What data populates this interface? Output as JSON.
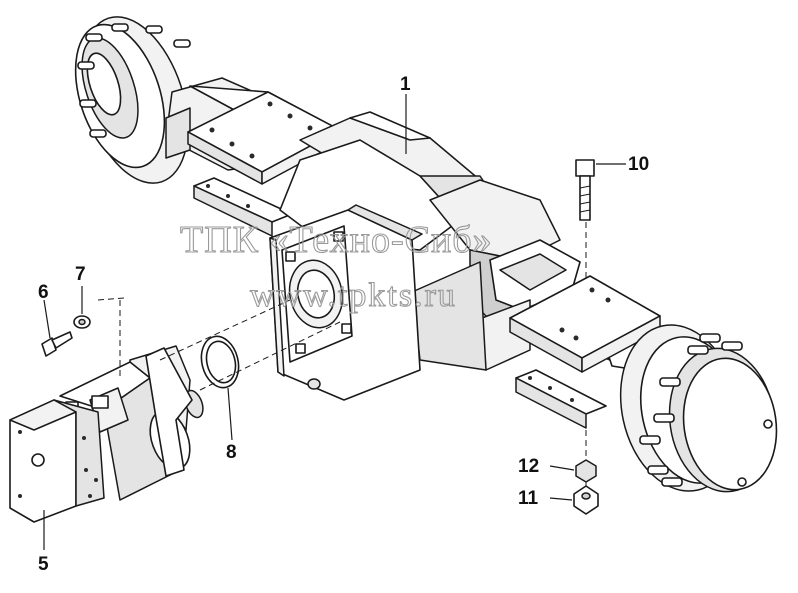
{
  "watermark": {
    "line1": "ТПК «Техно-Сиб»",
    "line2": "www.tpkts.ru"
  },
  "callouts": [
    {
      "id": "1",
      "label": "1"
    },
    {
      "id": "5",
      "label": "5"
    },
    {
      "id": "6",
      "label": "6"
    },
    {
      "id": "7",
      "label": "7"
    },
    {
      "id": "8",
      "label": "8"
    },
    {
      "id": "10",
      "label": "10"
    },
    {
      "id": "11",
      "label": "11"
    },
    {
      "id": "12",
      "label": "12"
    }
  ],
  "colors": {
    "line": "#1a1a1a",
    "background": "#ffffff",
    "watermark": "#9a9a9a"
  }
}
